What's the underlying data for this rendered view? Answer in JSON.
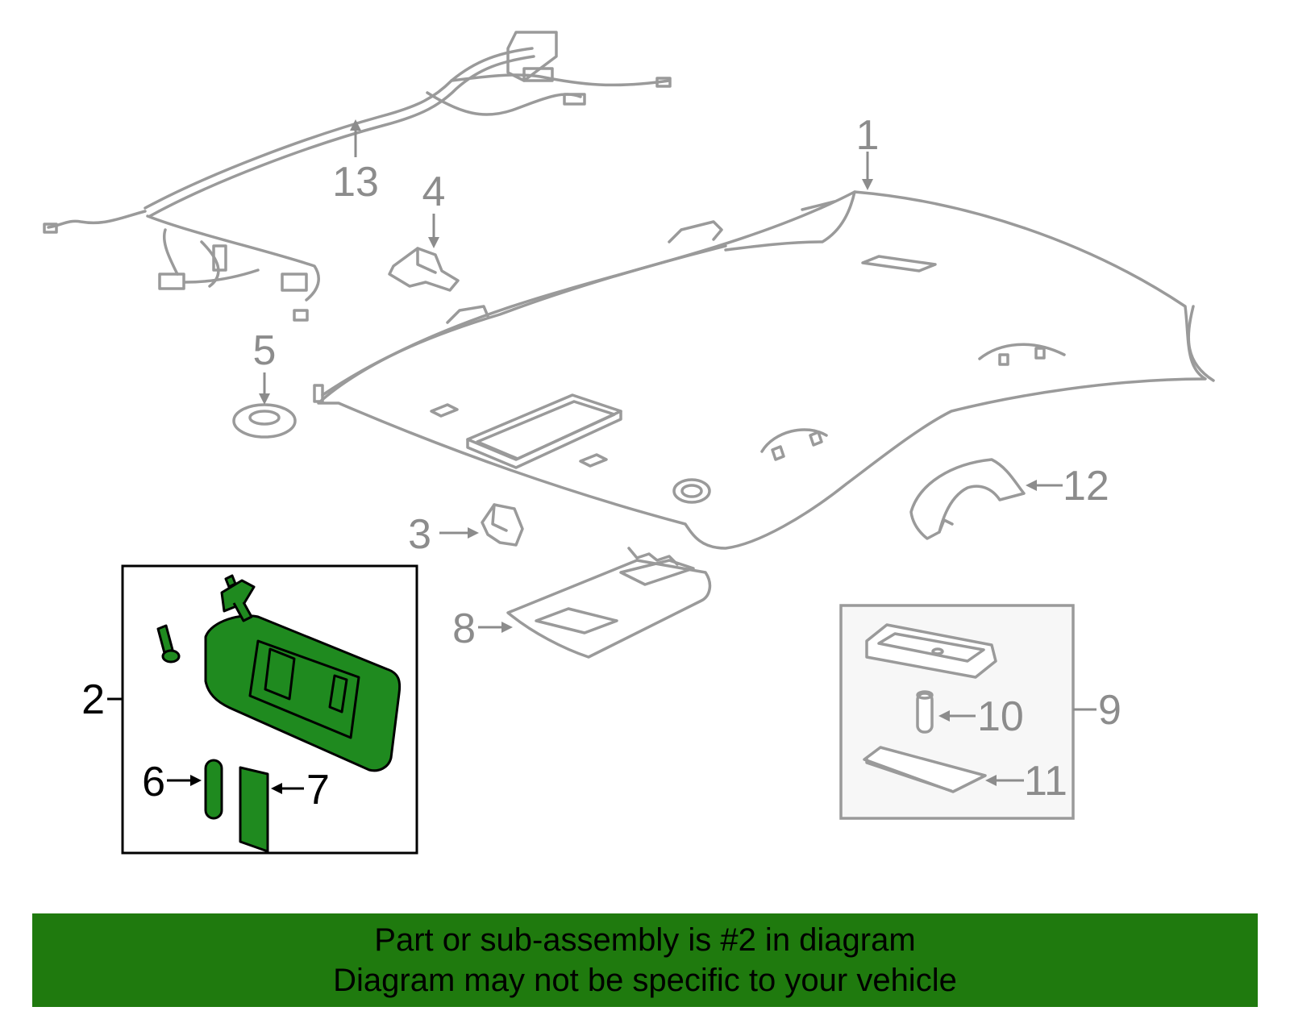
{
  "diagram": {
    "callouts": [
      {
        "id": "1",
        "text": "1"
      },
      {
        "id": "2",
        "text": "2"
      },
      {
        "id": "3",
        "text": "3"
      },
      {
        "id": "4",
        "text": "4"
      },
      {
        "id": "5",
        "text": "5"
      },
      {
        "id": "6",
        "text": "6"
      },
      {
        "id": "7",
        "text": "7"
      },
      {
        "id": "8",
        "text": "8"
      },
      {
        "id": "9",
        "text": "9"
      },
      {
        "id": "10",
        "text": "10"
      },
      {
        "id": "11",
        "text": "11"
      },
      {
        "id": "12",
        "text": "12"
      },
      {
        "id": "13",
        "text": "13"
      }
    ],
    "highlighted_part": "2",
    "colors": {
      "highlight": "#1f8a1f",
      "outline": "#9a9a9a",
      "banner": "#1f7a0e"
    }
  },
  "banner": {
    "line1": "Part or sub-assembly is #2 in diagram",
    "line2": "Diagram may not be specific to your vehicle"
  }
}
